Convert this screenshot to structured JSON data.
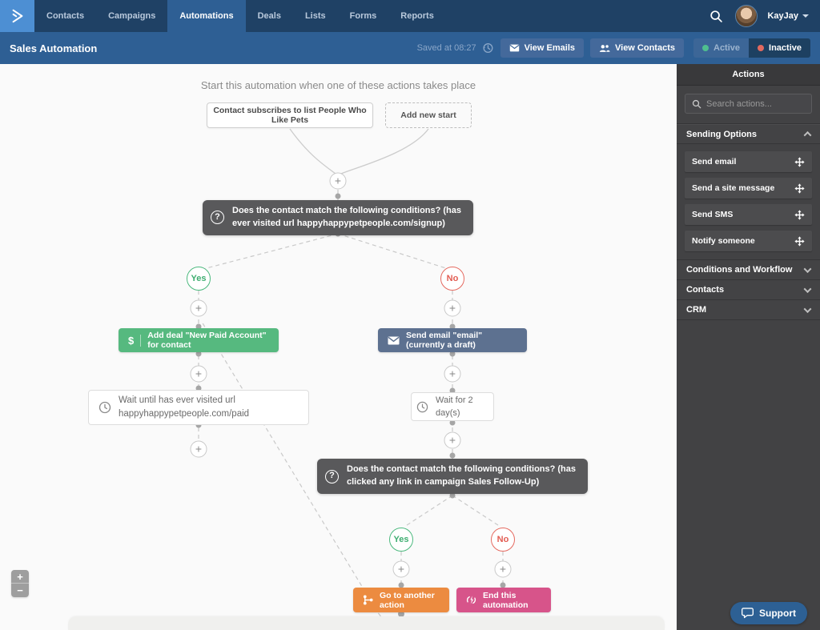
{
  "navbar": {
    "tabs": [
      "Contacts",
      "Campaigns",
      "Automations",
      "Deals",
      "Lists",
      "Forms",
      "Reports"
    ],
    "active_tab": "Automations",
    "user_name": "KayJay"
  },
  "toolbar": {
    "title": "Sales Automation",
    "saved_status": "Saved at 08:27",
    "view_emails_label": "View Emails",
    "view_contacts_label": "View Contacts",
    "active_label": "Active",
    "inactive_label": "Inactive"
  },
  "canvas": {
    "start_heading": "Start this automation when one of these actions takes place",
    "start_trigger_label": "Contact subscribes to list People Who Like Pets",
    "add_new_start_label": "Add new start",
    "plus_label": "+",
    "question_glyph": "?",
    "condition1_text": "Does the contact match the following conditions? (has ever visited url happyhappypetpeople.com/signup)",
    "yes_label": "Yes",
    "no_label": "No",
    "deal_icon_glyph": "$",
    "add_deal_label": "Add deal \"New Paid Account\" for contact",
    "wait_until_label": "Wait until has ever visited url happyhappypetpeople.com/paid",
    "send_email_label": "Send email \"email\" (currently a draft)",
    "wait_2days_label": "Wait for 2 day(s)",
    "condition2_text": "Does the contact match the following conditions? (has clicked any link in campaign Sales Follow-Up)",
    "goto_label": "Go to another action",
    "end_label": "End this automation",
    "zoom_in_label": "+",
    "zoom_out_label": "−"
  },
  "sidebar": {
    "title": "Actions",
    "search_placeholder": "Search actions...",
    "sections": [
      {
        "label": "Sending Options",
        "expanded": true,
        "items": [
          "Send email",
          "Send a site message",
          "Send SMS",
          "Notify someone"
        ]
      },
      {
        "label": "Conditions and Workflow",
        "expanded": false
      },
      {
        "label": "Contacts",
        "expanded": false
      },
      {
        "label": "CRM",
        "expanded": false
      }
    ]
  },
  "support": {
    "label": "Support"
  },
  "colors": {
    "navbar_bg": "#1f4165",
    "active_tab_bg": "#2e5f94",
    "toolbar_bg": "#2e5f94",
    "logo_bg": "#4d8fd3",
    "sidebar_bg": "#424244",
    "condition_bg": "#59595b",
    "deal_green": "#56b97f",
    "email_slate": "#5d7190",
    "goto_orange": "#ec8b40",
    "end_pink": "#d7548a",
    "yes_green": "#4cb97e",
    "no_red": "#e56a60",
    "active_dot": "#4fbf8f",
    "inactive_dot": "#e2695f"
  }
}
